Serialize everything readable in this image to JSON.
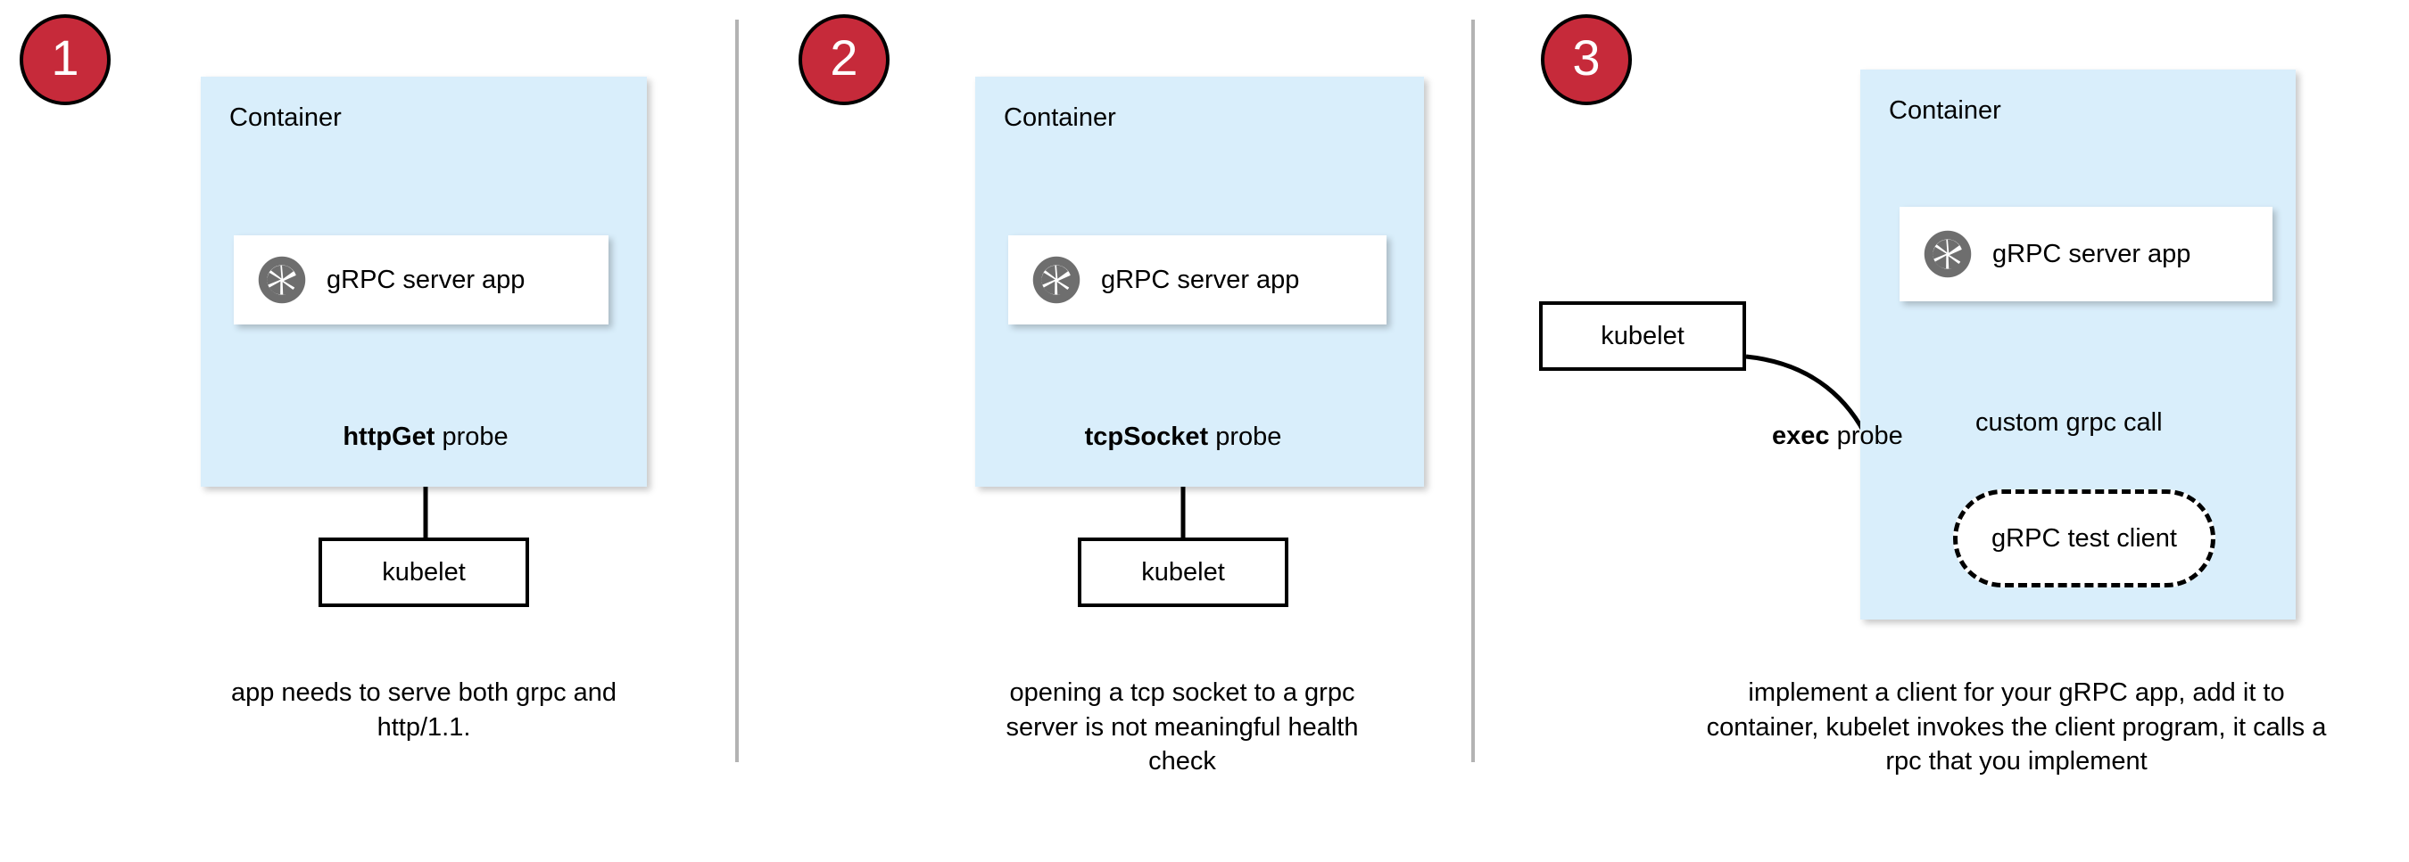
{
  "diagram": {
    "title": "gRPC health probe approaches",
    "colors": {
      "badge_red": "#c62a3a",
      "container_blue": "#d9eefb",
      "divider_gray": "#b3b3b3",
      "icon_gray": "#6e6e6e",
      "stroke_black": "#000000",
      "card_white": "#ffffff"
    }
  },
  "panels": [
    {
      "badge": "1",
      "container_label": "Container",
      "app_label": "gRPC server app",
      "app_icon": "grpc-aperture-icon",
      "probe_bold": "httpGet",
      "probe_rest": " probe",
      "kubelet_label": "kubelet",
      "caption": "app needs to serve both grpc and http/1.1."
    },
    {
      "badge": "2",
      "container_label": "Container",
      "app_label": "gRPC server app",
      "app_icon": "grpc-aperture-icon",
      "probe_bold": "tcpSocket",
      "probe_rest": " probe",
      "kubelet_label": "kubelet",
      "caption": "opening a tcp socket to a grpc server is not meaningful health check"
    },
    {
      "badge": "3",
      "container_label": "Container",
      "app_label": "gRPC server app",
      "app_icon": "grpc-aperture-icon",
      "probe_bold": "exec",
      "probe_rest": " probe",
      "kubelet_label": "kubelet",
      "test_client_label": "gRPC test client",
      "call_label": "custom grpc call",
      "caption": "implement a client for your gRPC app, add it to container, kubelet invokes the client program, it calls a rpc that you implement"
    }
  ]
}
